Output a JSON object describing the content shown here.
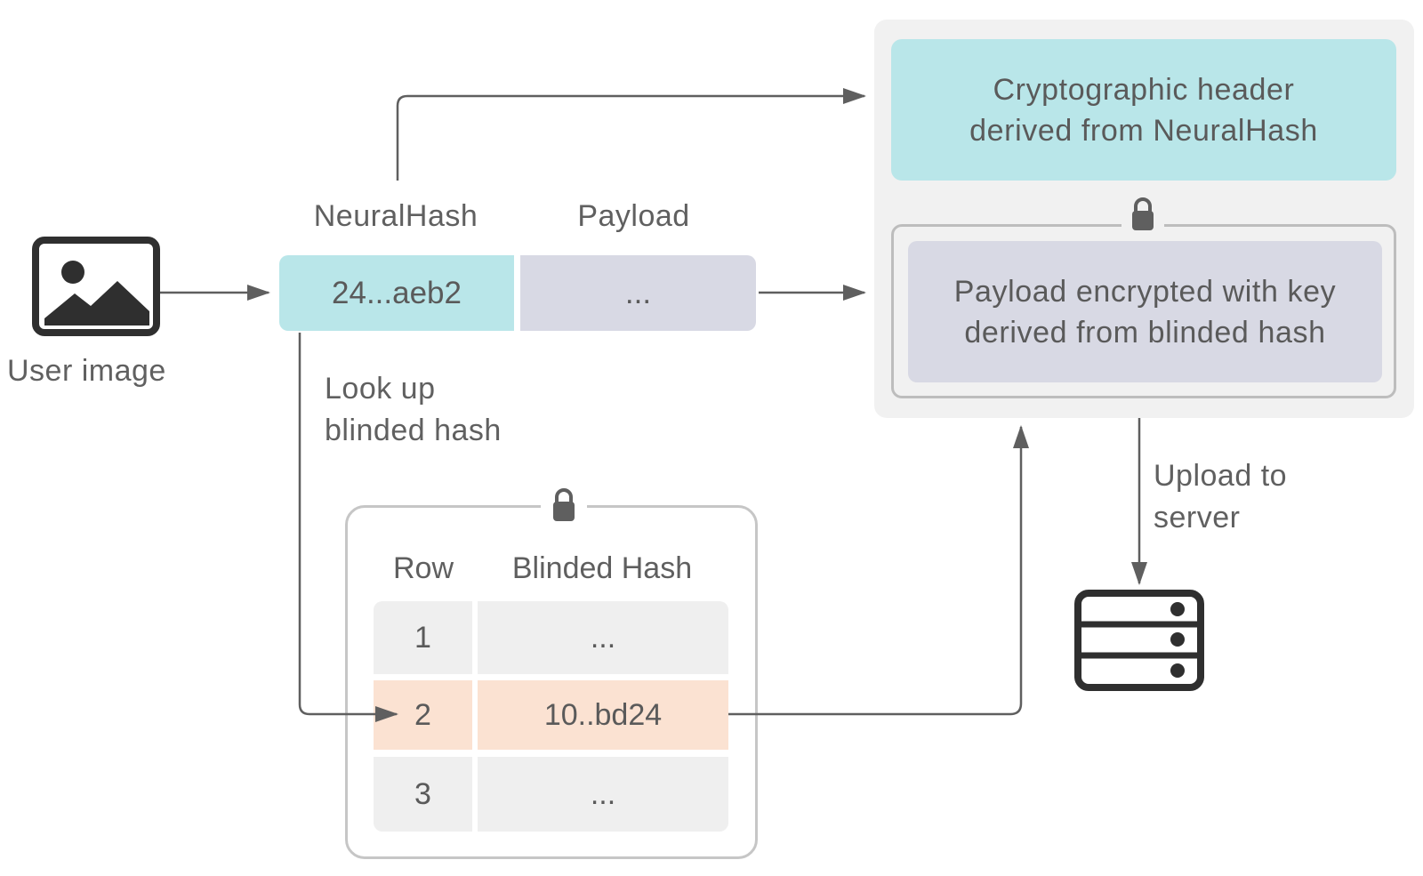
{
  "user_image": {
    "label": "User image",
    "icon": "image-icon"
  },
  "hash_bar": {
    "neuralhash_header": "NeuralHash",
    "payload_header": "Payload",
    "neuralhash_value": "24...aeb2",
    "payload_value": "..."
  },
  "lookup_label": {
    "line1": "Look up",
    "line2": "blinded hash"
  },
  "voucher": {
    "header_line1": "Cryptographic header",
    "header_line2": "derived from NeuralHash",
    "payload_line1": "Payload encrypted with key",
    "payload_line2": "derived from blinded hash",
    "lock_icon": "lock-icon"
  },
  "upload_label": {
    "line1": "Upload to",
    "line2": "server"
  },
  "server": {
    "icon": "server-icon"
  },
  "blinded_table": {
    "lock_icon": "lock-icon",
    "columns": [
      "Row",
      "Blinded Hash"
    ],
    "rows": [
      {
        "row": "1",
        "hash": "..."
      },
      {
        "row": "2",
        "hash": "10..bd24",
        "highlighted": true
      },
      {
        "row": "3",
        "hash": "..."
      }
    ]
  },
  "colors": {
    "teal": "#b9e6e9",
    "lavender": "#d8d9e4",
    "peach": "#fbe2d2",
    "envelope_bg": "#f1f1f1",
    "arrow": "#5f5f5f",
    "icon": "#2f2f2f"
  }
}
